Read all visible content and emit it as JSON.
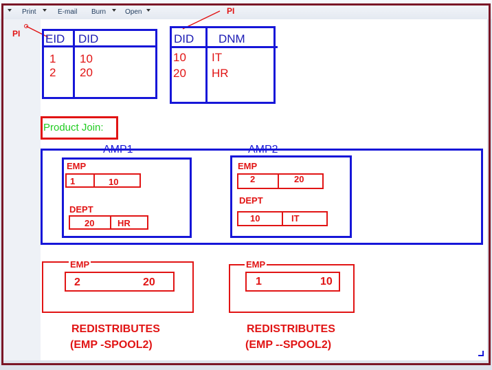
{
  "toolbar": {
    "items": [
      {
        "label": "Print",
        "has_menu": true
      },
      {
        "label": "E-mail",
        "has_menu": false
      },
      {
        "label": "Burn",
        "has_menu": true
      },
      {
        "label": "Open",
        "has_menu": true
      }
    ]
  },
  "annotations": {
    "pi_top": "PI",
    "pi_left": "PI"
  },
  "emp_table": {
    "headers": [
      "EID",
      "DID"
    ],
    "rows": [
      [
        "1",
        "10"
      ],
      [
        "2",
        "20"
      ]
    ]
  },
  "dept_table": {
    "headers": [
      "DID",
      "DNM"
    ],
    "rows": [
      [
        "10",
        "IT"
      ],
      [
        "20",
        "HR"
      ]
    ]
  },
  "product_join_label": "Product Join:",
  "amps": [
    {
      "name": "AMP1",
      "emp_label": "EMP",
      "emp_row": [
        "1",
        "10"
      ],
      "dept_label": "DEPT",
      "dept_row": [
        "20",
        "HR"
      ]
    },
    {
      "name": "AMP2",
      "emp_label": "EMP",
      "emp_row": [
        "2",
        "20"
      ],
      "dept_label": "DEPT",
      "dept_row": [
        "10",
        "IT"
      ]
    }
  ],
  "spools": [
    {
      "label": "EMP",
      "row": [
        "2",
        "20"
      ],
      "caption_line1": "REDISTRIBUTES",
      "caption_line2": "(EMP   -SPOOL2)"
    },
    {
      "label": "EMP",
      "row": [
        "1",
        "10"
      ],
      "caption_line1": "REDISTRIBUTES",
      "caption_line2": "(EMP  --SPOOL2)"
    }
  ],
  "colors": {
    "frame": "#7a1626",
    "diagram_blue": "#1616d8",
    "diagram_red": "#e11414",
    "join_label_green": "#22cc22"
  }
}
